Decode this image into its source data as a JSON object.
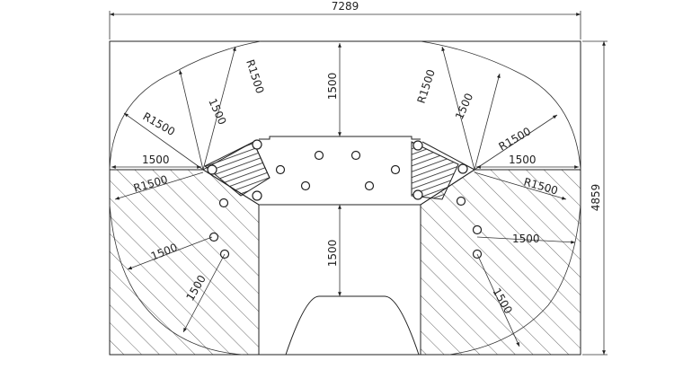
{
  "drawing": {
    "overall_width": "7289",
    "overall_height": "4859",
    "labels": {
      "top_left_radius_a": "R1500",
      "top_left_len_a": "1500",
      "top_left_radius_b": "R1500",
      "left_mid_len": "1500",
      "left_radius_c": "R1500",
      "left_len_b": "1500",
      "left_len_c": "1500",
      "center_top_len": "1500",
      "center_bottom_len": "1500",
      "top_right_radius_a": "R1500",
      "top_right_len_a": "1500",
      "top_right_radius_b": "R1500",
      "right_mid_len": "1500",
      "right_radius_c": "R1500",
      "right_len_b": "1500",
      "right_len_c": "1500"
    }
  }
}
